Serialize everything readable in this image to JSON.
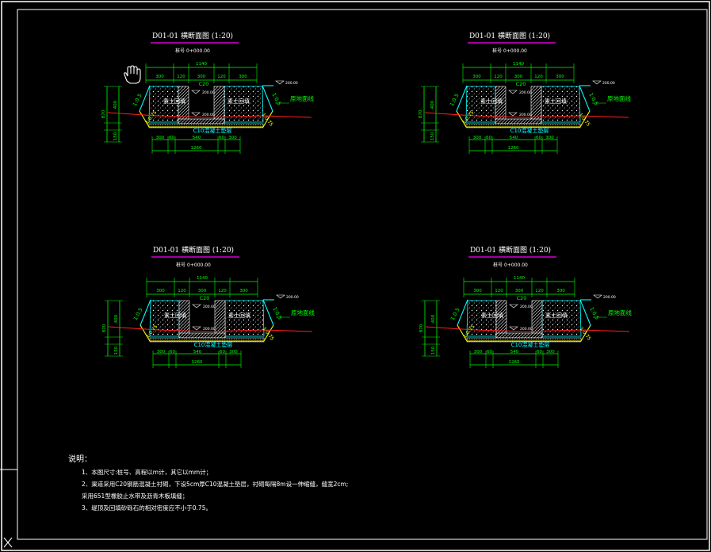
{
  "sheet": {
    "sections": [
      {
        "title": "D01-01 横断面图",
        "scale": "(1:20)",
        "station": "桩号 0+000.00"
      },
      {
        "title": "D01-01 横断面图",
        "scale": "(1:20)",
        "station": "桩号 0+000.00"
      },
      {
        "title": "D01-01 横断面图",
        "scale": "(1:20)",
        "station": "桩号 0+000.00"
      },
      {
        "title": "D01-01 横断面图",
        "scale": "(1:20)",
        "station": "桩号 0+000.00"
      }
    ],
    "labels": {
      "grade": "C20",
      "fill": "素土回填",
      "ground": "原地面线",
      "cushion": "C10混凝土垫层",
      "slope_upper": "1:0.5",
      "slope_lower": "1:0.75",
      "elev": "200.00"
    },
    "top_dims": {
      "total": "1140",
      "parts": [
        "300",
        "120",
        "300",
        "120",
        "300"
      ]
    },
    "bottom_dims": {
      "parts": [
        "300",
        "60",
        "540",
        "60",
        "300"
      ],
      "total": "1260"
    },
    "left_dims": [
      "870",
      "400",
      "150"
    ],
    "notes": {
      "heading": "说明：",
      "items": [
        "1、本图尺寸:桩号、高程以m计，其它以mm计；",
        "2、渠道采用C20钢筋混凝土衬砌，下设5cm厚C10混凝土垫层，衬砌每隔8m设一伸缩缝，缝宽2cm;",
        "   采用651型橡胶止水带及沥青木板填缝；",
        "3、堤顶及回填砂砾石的相对密度应不小于0.75。"
      ]
    }
  },
  "colors": {
    "dim": "#00ff00",
    "title_line": "#ff00ff",
    "ground": "#ff2020",
    "slope": "#00ffff",
    "cushion": "#ffff00",
    "frame": "#ffffff"
  },
  "icons": {
    "cursor": "hand-cursor-icon",
    "corner": "close-icon"
  }
}
